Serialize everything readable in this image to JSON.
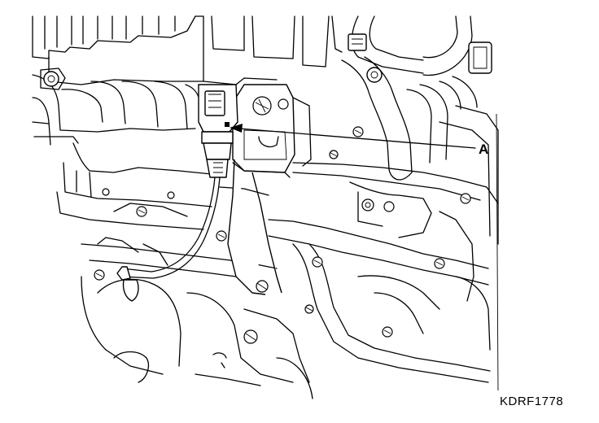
{
  "callout": {
    "label": "A"
  },
  "figure": {
    "code": "KDRF1778"
  },
  "colors": {
    "line": "#000000",
    "background": "#ffffff"
  },
  "parts": [
    "engine-block",
    "intake-manifold",
    "sensor-connector",
    "sensor-wire",
    "mounting-bracket",
    "hoses",
    "bolts"
  ]
}
